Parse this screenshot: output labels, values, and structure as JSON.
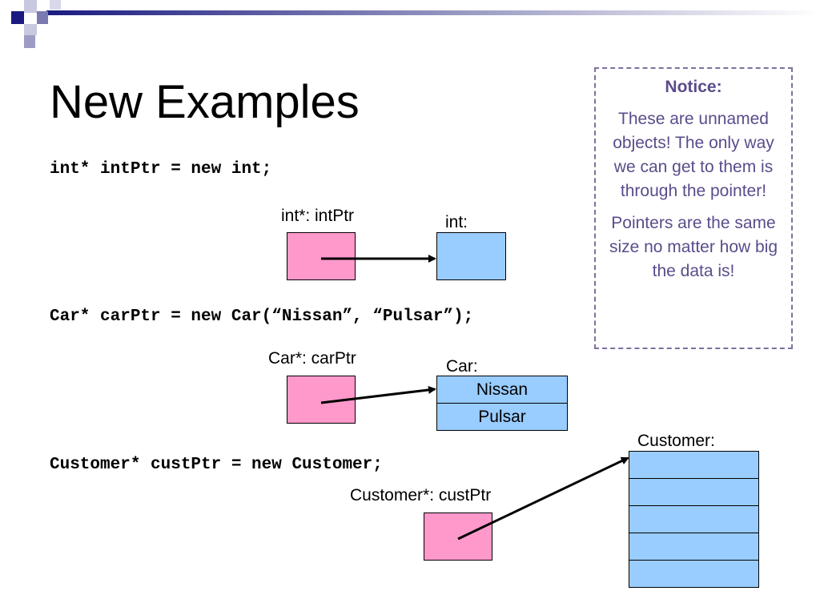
{
  "slide": {
    "title": "New Examples"
  },
  "colors": {
    "pointer_fill": "#ff99cc",
    "object_fill": "#99ccff",
    "notice_text": "#5b4c8a",
    "notice_border": "#7f6f9f",
    "deco_dark": "#1a1a80"
  },
  "examples": [
    {
      "code": "int* intPtr = new int;",
      "pointer_label": "int*: intPtr",
      "object_label": "int:",
      "fields": []
    },
    {
      "code": "Car* carPtr = new Car(“Nissan”, “Pulsar”);",
      "pointer_label": "Car*: carPtr",
      "object_label": "Car:",
      "fields": [
        "Nissan",
        "Pulsar"
      ]
    },
    {
      "code": "Customer* custPtr = new Customer;",
      "pointer_label": "Customer*: custPtr",
      "object_label": "Customer:",
      "fields": [
        "",
        "",
        "",
        "",
        ""
      ]
    }
  ],
  "notice": {
    "heading": "Notice:",
    "paragraph1": "These are unnamed objects! The only way we can get to them is through the pointer!",
    "paragraph2": "Pointers are the same size no matter how big the data is!"
  }
}
